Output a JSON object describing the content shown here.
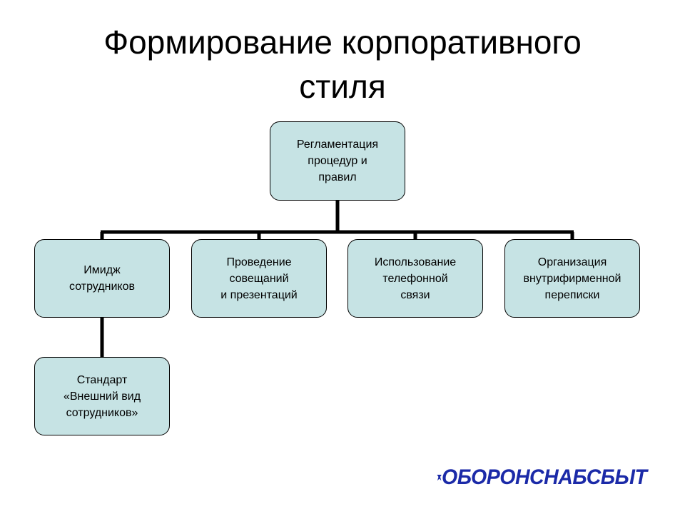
{
  "title": {
    "line1": "Формирование корпоративного",
    "line2": "стиля"
  },
  "diagram": {
    "root": {
      "lines": [
        "Регламентация",
        "процедур и",
        "правил"
      ]
    },
    "children": [
      {
        "lines": [
          "Имидж",
          "сотрудников"
        ]
      },
      {
        "lines": [
          "Проведение",
          "совещаний",
          "и презентаций"
        ]
      },
      {
        "lines": [
          "Использование",
          "телефонной",
          "связи"
        ]
      },
      {
        "lines": [
          "Организация",
          "внутрифирменной",
          "переписки"
        ]
      }
    ],
    "sub_child": {
      "lines": [
        "Стандарт",
        "«Внешний вид",
        "сотрудников»"
      ]
    },
    "node_fill": "#c6e3e4",
    "line_color": "#000000"
  },
  "logo": {
    "text": "ОБОРОНСНАБСБЫТ",
    "icon": "star-logo-icon",
    "color": "#1b2aa8"
  }
}
